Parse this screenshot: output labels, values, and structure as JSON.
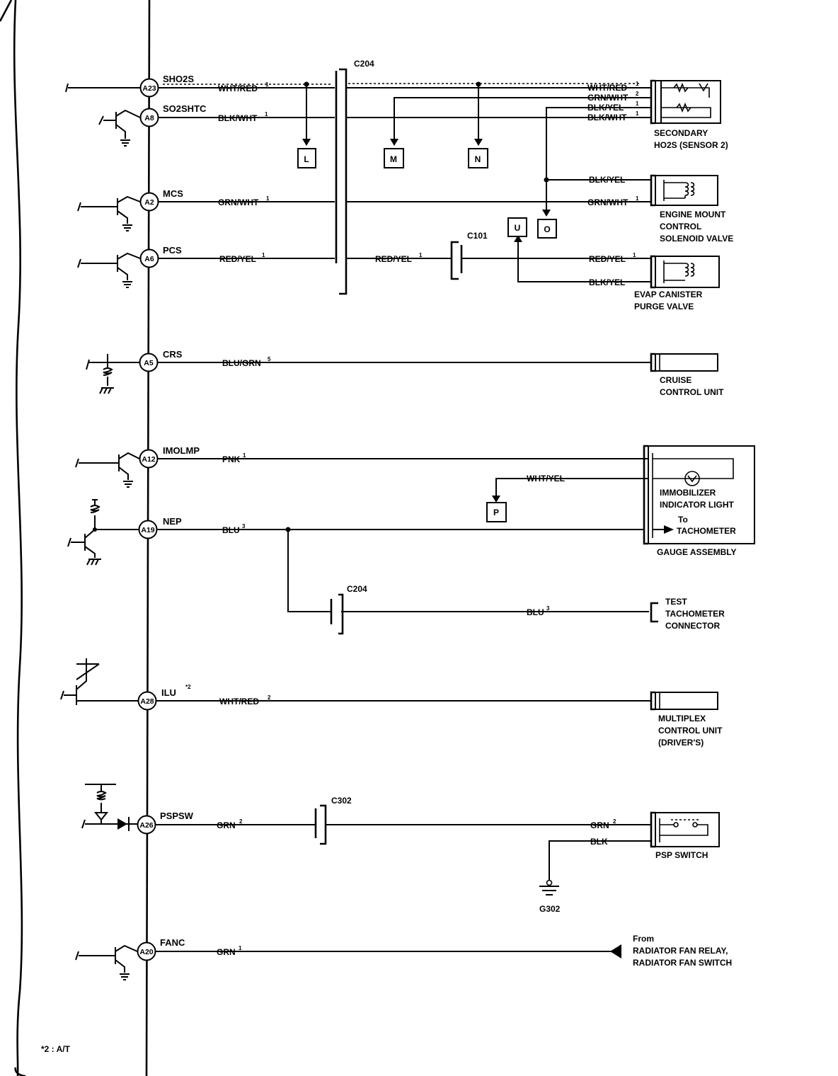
{
  "pins": [
    {
      "id": "A23",
      "signal": "SHO2S"
    },
    {
      "id": "A8",
      "signal": "SO2SHTC"
    },
    {
      "id": "A2",
      "signal": "MCS"
    },
    {
      "id": "A6",
      "signal": "PCS"
    },
    {
      "id": "A5",
      "signal": "CRS"
    },
    {
      "id": "A12",
      "signal": "IMOLMP"
    },
    {
      "id": "A19",
      "signal": "NEP"
    },
    {
      "id": "A28",
      "signal": "ILU"
    },
    {
      "id": "A26",
      "signal": "PSPSW"
    },
    {
      "id": "A20",
      "signal": "FANC"
    }
  ],
  "ilu_note": "*2",
  "wires": {
    "whtred1": "WHT/RED",
    "sup1": "1",
    "sup2": "2",
    "sup3": "3",
    "sup5": "5",
    "blkwht": "BLK/WHT",
    "grnwht": "GRN/WHT",
    "blkyel": "BLK/YEL",
    "redyel": "RED/YEL",
    "blugrn": "BLU/GRN",
    "pnk": "PNK",
    "whtyel": "WHT/YEL",
    "blu": "BLU",
    "whtred": "WHT/RED",
    "grn": "GRN",
    "blk": "BLK"
  },
  "connectors": {
    "c204": "C204",
    "c101": "C101",
    "c302": "C302"
  },
  "refs": {
    "L": "L",
    "M": "M",
    "N": "N",
    "O": "O",
    "U": "U",
    "P": "P"
  },
  "components": {
    "ho2s": [
      "SECONDARY",
      "HO2S (SENSOR 2)"
    ],
    "emcs": [
      "ENGINE MOUNT",
      "CONTROL",
      "SOLENOID VALVE"
    ],
    "evap": [
      "EVAP CANISTER",
      "PURGE VALVE"
    ],
    "cruise": [
      "CRUISE",
      "CONTROL UNIT"
    ],
    "immob": [
      "IMMOBILIZER",
      "INDICATOR LIGHT"
    ],
    "tach_to": "To",
    "tach": "TACHOMETER",
    "gauge": "GAUGE ASSEMBLY",
    "testtach": [
      "TEST",
      "TACHOMETER",
      "CONNECTOR"
    ],
    "multiplex": [
      "MULTIPLEX",
      "CONTROL UNIT",
      "(DRIVER'S)"
    ],
    "psp": "PSP SWITCH",
    "ground": "G302",
    "fan_from": "From",
    "fan": [
      "RADIATOR FAN RELAY,",
      "RADIATOR FAN SWITCH"
    ]
  },
  "footnote": "*2 : A/T"
}
